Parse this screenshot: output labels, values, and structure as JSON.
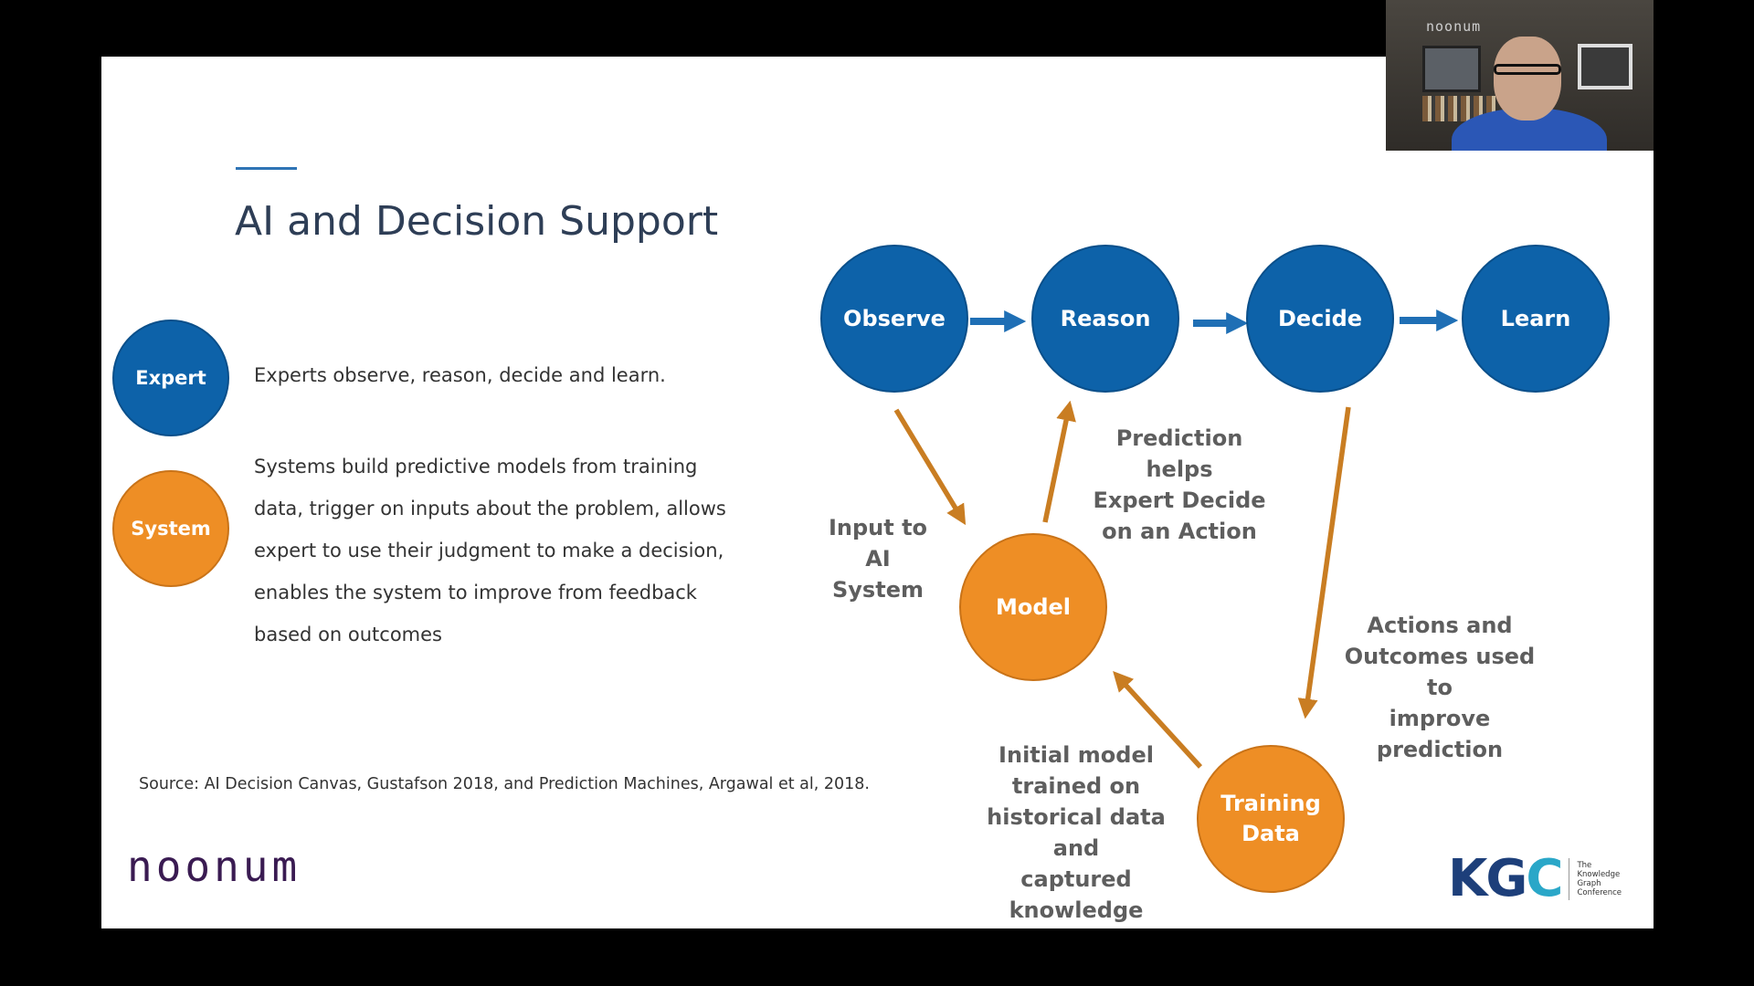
{
  "slide": {
    "title": "AI and Decision Support",
    "legend": [
      {
        "label": "Expert",
        "color": "#0d62a9",
        "description": "Experts observe, reason, decide and learn."
      },
      {
        "label": "System",
        "color": "#ee8e25",
        "description": "Systems build predictive models from training data, trigger on inputs about the problem, allows expert to use their judgment to make a decision, enables the system to improve from feedback based on outcomes"
      }
    ],
    "source": "Source: AI Decision Canvas, Gustafson 2018, and Prediction Machines, Argawal et al, 2018.",
    "logo": "noonum",
    "kgc": {
      "letters_kg": "KG",
      "letters_c": "C",
      "subtitle": [
        "The",
        "Knowledge",
        "Graph",
        "Conference"
      ]
    }
  },
  "diagram": {
    "nodes": {
      "observe": "Observe",
      "reason": "Reason",
      "decide": "Decide",
      "learn": "Learn",
      "model": "Model",
      "training_line1": "Training",
      "training_line2": "Data"
    },
    "annotations": {
      "input": [
        "Input to",
        "AI",
        "System"
      ],
      "prediction": [
        "Prediction helps",
        "Expert Decide",
        "on an Action"
      ],
      "actions": [
        "Actions and",
        "Outcomes used to",
        "improve prediction"
      ],
      "initial": [
        "Initial model",
        "trained on",
        "historical data and",
        "captured",
        "knowledge"
      ]
    },
    "colors": {
      "expert": "#0d62a9",
      "system": "#ee8e25",
      "arrow_blue": "#1f6fb5",
      "arrow_orange": "#c97d22"
    }
  },
  "webcam": {
    "logo": "noonum"
  }
}
